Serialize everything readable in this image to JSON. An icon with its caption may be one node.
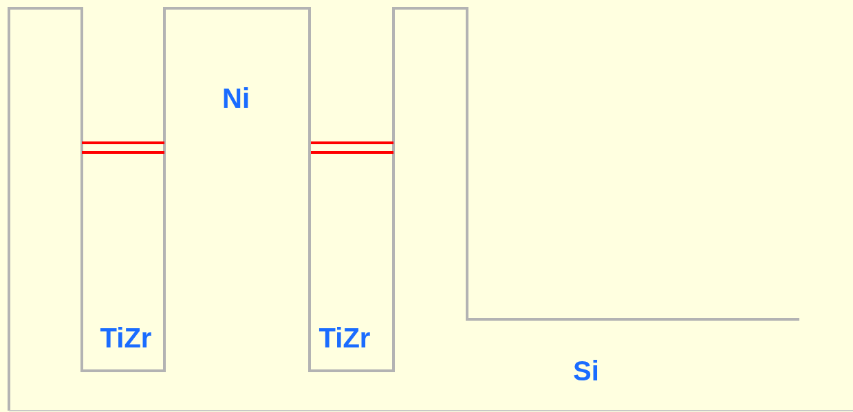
{
  "diagram": {
    "labels": [
      "Ni",
      "TiZr",
      "TiZr",
      "Si"
    ]
  }
}
